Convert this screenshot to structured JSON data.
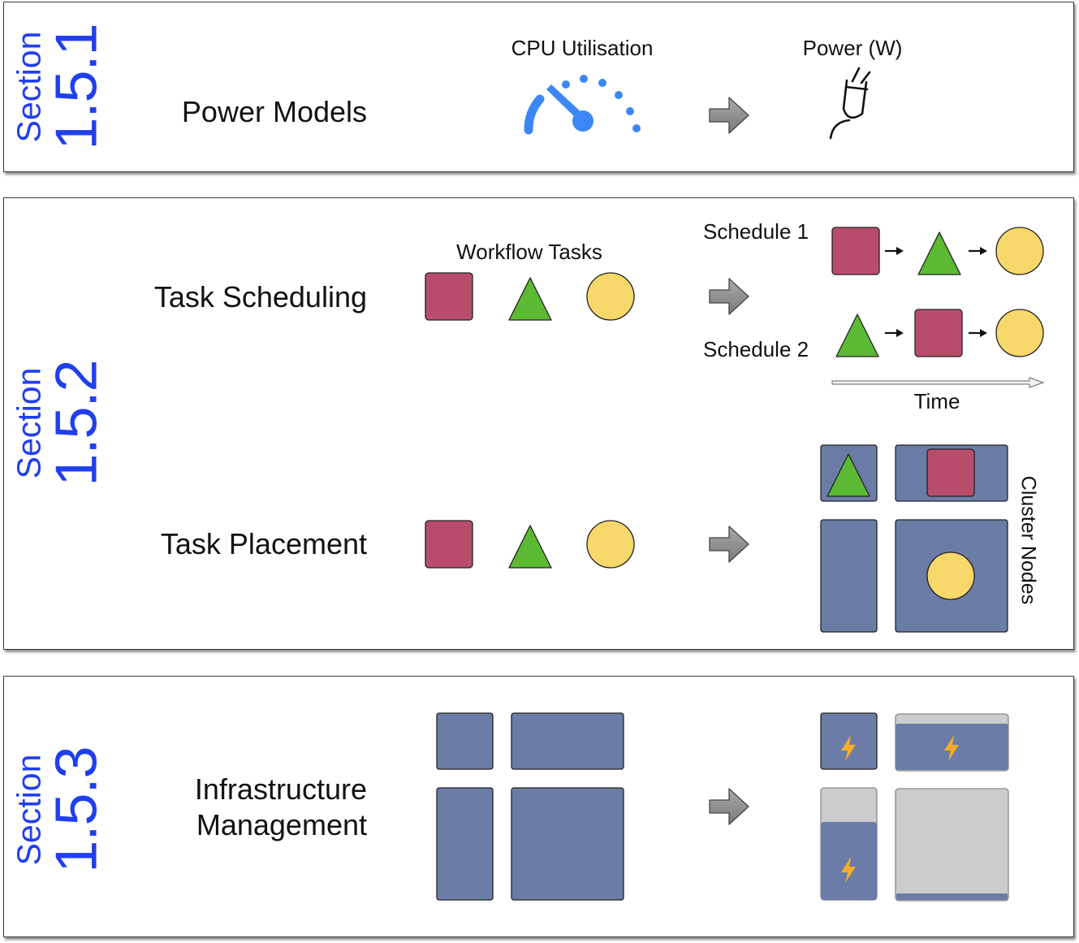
{
  "sections": [
    {
      "word": "Section",
      "number": "1.5.1",
      "title": "Power Models",
      "input_label": "CPU Utilisation",
      "output_label": "Power (W)"
    },
    {
      "word": "Section",
      "number": "1.5.2",
      "titles": [
        "Task Scheduling",
        "Task Placement"
      ],
      "workflow_label": "Workflow Tasks",
      "schedules": [
        "Schedule 1",
        "Schedule 2"
      ],
      "time_label": "Time",
      "cluster_label": "Cluster Nodes"
    },
    {
      "word": "Section",
      "number": "1.5.3",
      "title_lines": [
        "Infrastructure",
        "Management"
      ]
    }
  ],
  "colors": {
    "section_blue": "#1f3ff0",
    "gauge_blue": "#3b87f5",
    "task_square": "#b84d6b",
    "task_triangle": "#5cb933",
    "task_circle": "#f8d86a",
    "node": "#6b7ca7",
    "node_idle": "#cccccc",
    "bolt": "#f5ad2a",
    "arrow": "#8f8f8f"
  },
  "icons": [
    "speedometer-icon",
    "power-plug-icon",
    "lightning-bolt-icon"
  ]
}
